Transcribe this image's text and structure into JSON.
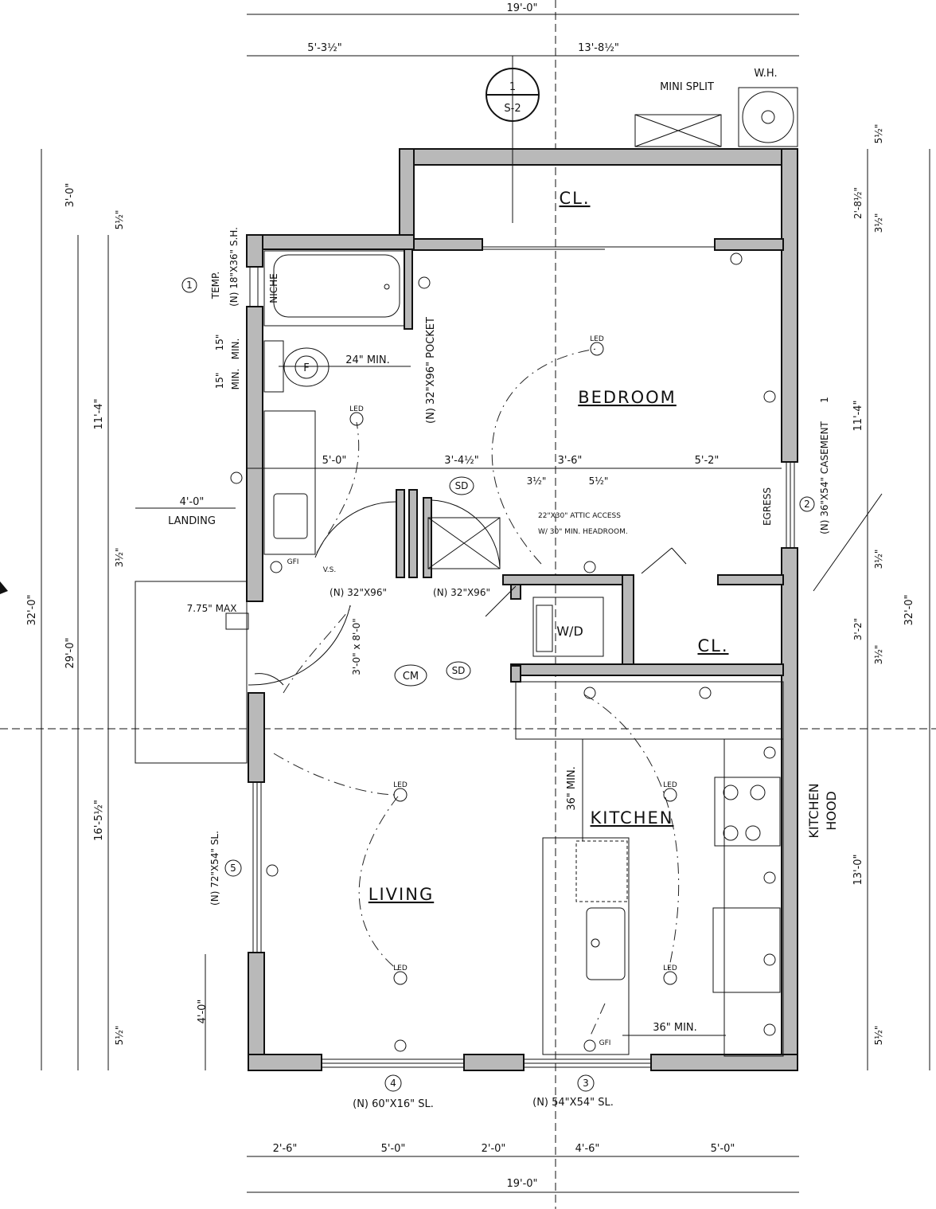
{
  "rooms": {
    "bedroom": "BEDROOM",
    "closet_top": "CL.",
    "closet_mid": "CL.",
    "living": "LIVING",
    "kitchen": "KITCHEN",
    "wd": "W/D",
    "kitchen_hood_1": "KITCHEN",
    "kitchen_hood_2": "HOOD"
  },
  "labels": {
    "mini_split": "MINI SPLIT",
    "wh": "W.H.",
    "landing": "LANDING",
    "niche": "NICHE",
    "temp": "TEMP.",
    "sh_window": "(N) 18\"X36\" S.H.",
    "pocket": "(N) 32\"X96\" POCKET",
    "min24": "24\" MIN.",
    "min15a": "MIN.",
    "min15b": "MIN.",
    "attic1": "22\"X30\" ATTIC ACCESS",
    "attic2": "W/ 30\" MIN. HEADROOM.",
    "egress": "EGRESS",
    "casement": "(N) 36\"X54\" CASEMENT",
    "casement_tag": "1",
    "door1": "(N) 32\"X96\"",
    "door2": "(N) 32\"X96\"",
    "entry_door": "3'-0\" x 8'-0\"",
    "max_step": "7.75\" MAX",
    "cm": "CM",
    "sd1": "SD",
    "sd2": "SD",
    "vs": "V.S.",
    "f": "F",
    "min36a": "36\" MIN.",
    "min36b": "36\" MIN.",
    "sl_living": "(N) 72\"X54\" SL.",
    "win4": "(N) 60\"X16\" SL.",
    "win3": "(N) 54\"X54\" SL.",
    "led": "LED",
    "gfi": "GFI",
    "section_num": "1",
    "section_sheet": "S-2"
  },
  "tags": {
    "t1": "1",
    "t2": "2",
    "t3": "3",
    "t4": "4",
    "t5": "5"
  },
  "dims": {
    "top_total": "19'-0\"",
    "top_left": "5'-3½\"",
    "top_right": "13'-8½\"",
    "bottom_total": "19'-0\"",
    "b1": "2'-6\"",
    "b2": "5'-0\"",
    "b3": "2'-0\"",
    "b4": "4'-6\"",
    "b5": "5'-0\"",
    "m1": "5'-0\"",
    "m2": "3'-4½\"",
    "m3": "3'-6\"",
    "m4": "5'-2\"",
    "m5": "3½\"",
    "m6": "5½\"",
    "landing_w": "4'-0\"",
    "l_32": "32'-0\"",
    "l_3": "3'-0\"",
    "l_29": "29'-0\"",
    "l_5a": "5½\"",
    "l_11": "11'-4\"",
    "l_3b": "3½\"",
    "l_16": "16'-5½\"",
    "l_5b": "5½\"",
    "l_4": "4'-0\"",
    "l_15a": "15\"",
    "l_15b": "15\"",
    "r_5a": "5½\"",
    "r_28": "2'-8½\"",
    "r_3a": "3½\"",
    "r_11": "11'-4\"",
    "r_3b": "3½\"",
    "r_32": "3'-2\"",
    "r_3c": "3½\"",
    "r_13": "13'-0\"",
    "r_5b": "5½\"",
    "r_total": "32'-0\""
  }
}
